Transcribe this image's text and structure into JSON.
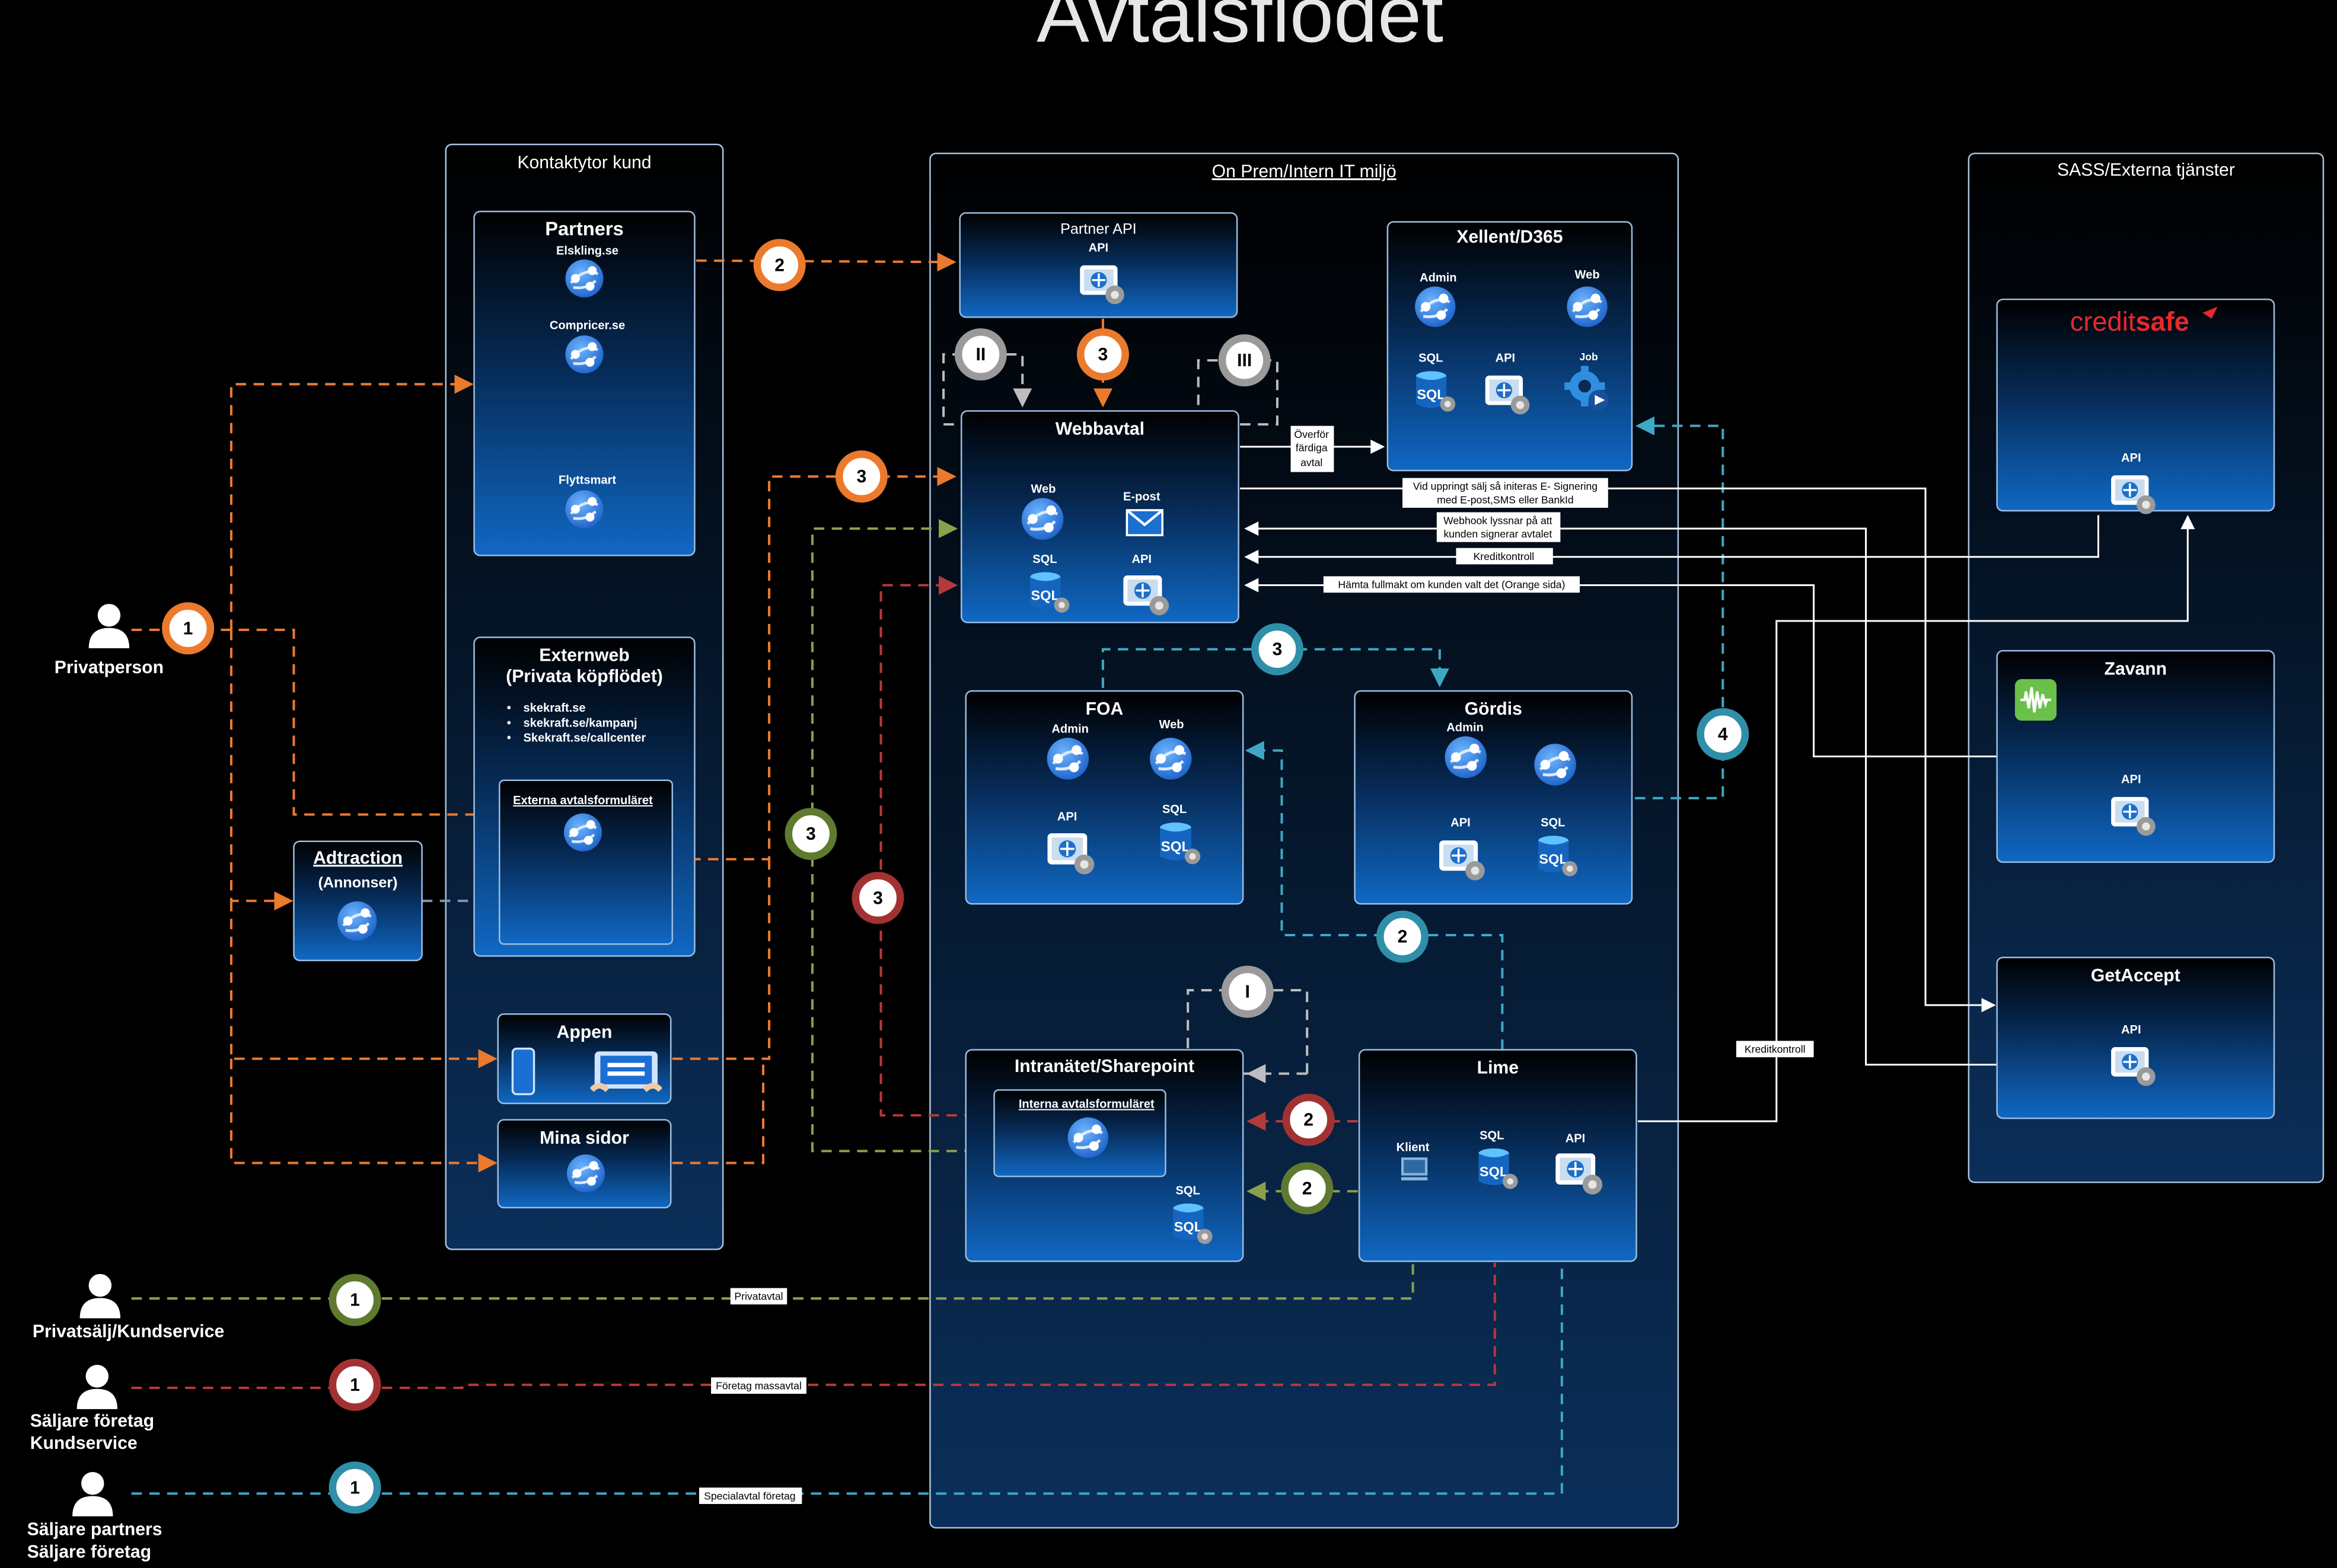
{
  "title": "Avtalsflödet",
  "colors": {
    "background": "#000000",
    "zone_fill": "#06182c",
    "box_gradient_top": "#000000",
    "box_gradient_bottom": "#1068c4",
    "box_stroke": "#9bbde0",
    "orange": "#ec7a2d",
    "olive": "#8aa04a",
    "red": "#b43a3a",
    "teal": "#3ea8c4",
    "gray": "#bdbdbd",
    "white": "#ffffff",
    "creditsafe_red": "#e8282b"
  },
  "zones": {
    "kontaktytor": "Kontaktytor kund",
    "onprem": "On Prem/Intern IT miljö",
    "sass": "SASS/Externa tjänster"
  },
  "boxes": {
    "partners": {
      "title": "Partners",
      "items": [
        "Elskling.se",
        "Compricer.se",
        "Flyttsmart"
      ]
    },
    "externweb": {
      "title_line1": "Externweb",
      "title_line2": "(Privata köpflödet)",
      "bullets": [
        "skekraft.se",
        "skekraft.se/kampanj",
        "Skekraft.se/callcenter"
      ],
      "inner_link": "Externa avtalsformuläret"
    },
    "adtraction": {
      "title": "Adtraction",
      "subtitle": "(Annonser)"
    },
    "appen": {
      "title": "Appen"
    },
    "minasidor": {
      "title": "Mina sidor"
    },
    "partnerapi": {
      "title": "Partner API",
      "sub": "API"
    },
    "xellent": {
      "title": "Xellent/D365",
      "labels": [
        "Admin",
        "Web",
        "SQL",
        "API",
        "Job"
      ]
    },
    "webbavtal": {
      "title": "Webbavtal",
      "labels": [
        "Web",
        "E-post",
        "SQL",
        "API"
      ]
    },
    "foa": {
      "title": "FOA",
      "labels": [
        "Admin",
        "Web",
        "API",
        "SQL"
      ]
    },
    "gordis": {
      "title": "Gördis",
      "labels": [
        "Admin",
        "API",
        "SQL"
      ]
    },
    "intranatet": {
      "title": "Intranätet/Sharepoint",
      "inner_link": "Interna avtalsformuläret",
      "sql": "SQL"
    },
    "lime": {
      "title": "Lime",
      "labels": [
        "Klient",
        "SQL",
        "API"
      ]
    },
    "creditsafe": {
      "logo_a": "credit",
      "logo_b": "safe",
      "api": "API"
    },
    "zavann": {
      "title": "Zavann",
      "api": "API"
    },
    "getaccept": {
      "title": "GetAccept",
      "api": "API"
    }
  },
  "persons": {
    "privatperson": "Privatperson",
    "privatsalj": "Privatsälj/Kundservice",
    "saljare_foretag_l1": "Säljare företag",
    "saljare_foretag_l2": "Kundservice",
    "saljare_partners_l1": "Säljare partners",
    "saljare_partners_l2": "Säljare företag"
  },
  "edge_labels": {
    "overfor_l1": "Överför",
    "overfor_l2": "färdiga",
    "overfor_l3": "avtal",
    "signering_l1": "Vid uppringt sälj så initeras E- Signering",
    "signering_l2": "med E-post,SMS eller BankId",
    "webhook_l1": "Webhook lyssnar på att",
    "webhook_l2": "kunden signerar avtalet",
    "kreditkontroll": "Kreditkontroll",
    "fullmakt": "Hämta fullmakt om kunden valt det (Orange sida)",
    "kreditkontroll_lime": "Kreditkontroll",
    "privatavtal": "Privatavtal",
    "foretag_massavtal": "Företag massavtal",
    "specialavtal": "Specialavtal företag"
  },
  "steps": {
    "s1": "1",
    "s2": "2",
    "s3": "3",
    "s4": "4",
    "r1": "I",
    "r2": "II",
    "r3": "III"
  }
}
